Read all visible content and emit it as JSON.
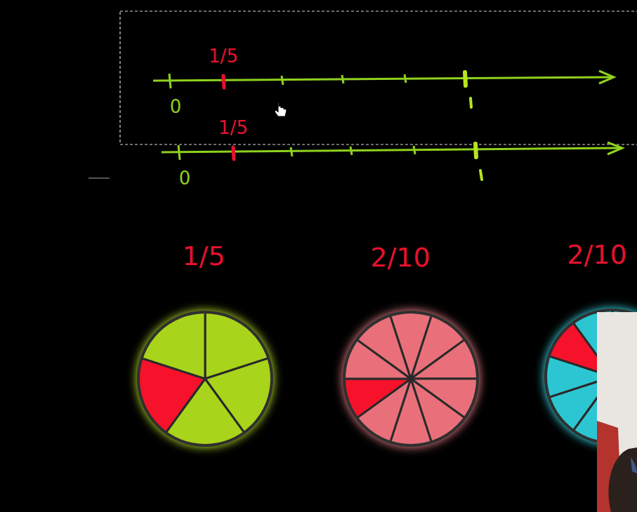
{
  "diagram": {
    "nodes": [
      {
        "text": [
          "1/5"
        ]
      },
      {
        "text": [
          "2/10"
        ]
      },
      {
        "text": [
          "2/10"
        ]
      }
    ],
    "labels": [
      "1/5",
      "0",
      "1/5",
      "0"
    ]
  }
}
